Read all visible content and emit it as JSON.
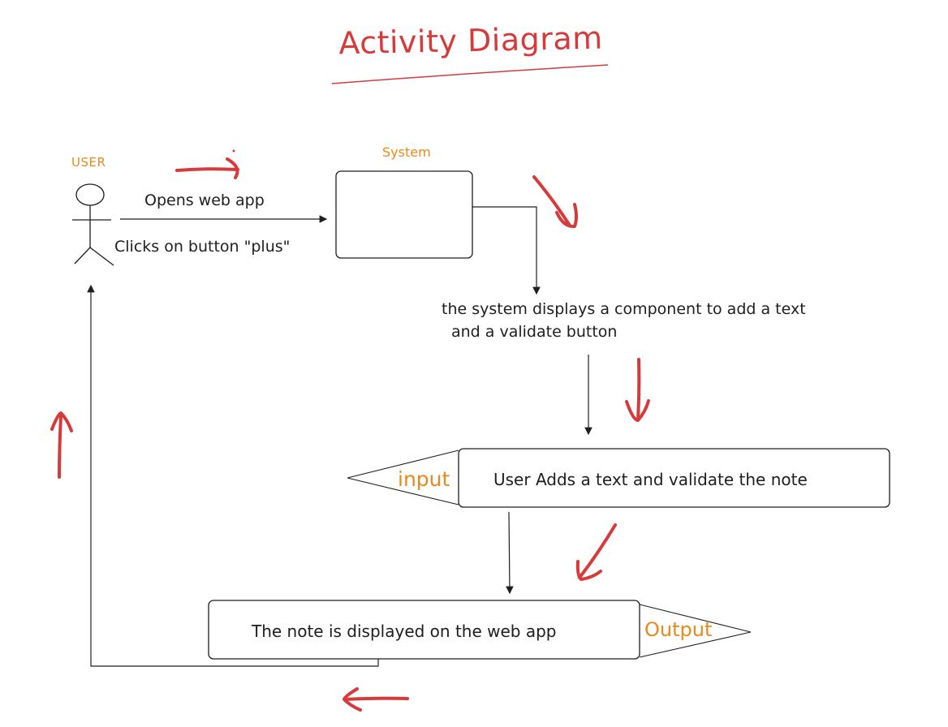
{
  "title": "Activity Diagram",
  "actor": {
    "label": "USER"
  },
  "system": {
    "label": "System"
  },
  "messages": {
    "opens": "Opens web app",
    "clicks": "Clicks on button \"plus\""
  },
  "steps": {
    "display_line1": "the system displays a component to add a text",
    "display_line2": "and a validate button",
    "add_text": "User Adds a text and validate the note",
    "displayed": "The note is displayed on the web app"
  },
  "io": {
    "input": "input",
    "output": "Output"
  },
  "colors": {
    "accent_red": "#d63a3a",
    "orange": "#e8891c",
    "ink": "#1e1e1e"
  }
}
